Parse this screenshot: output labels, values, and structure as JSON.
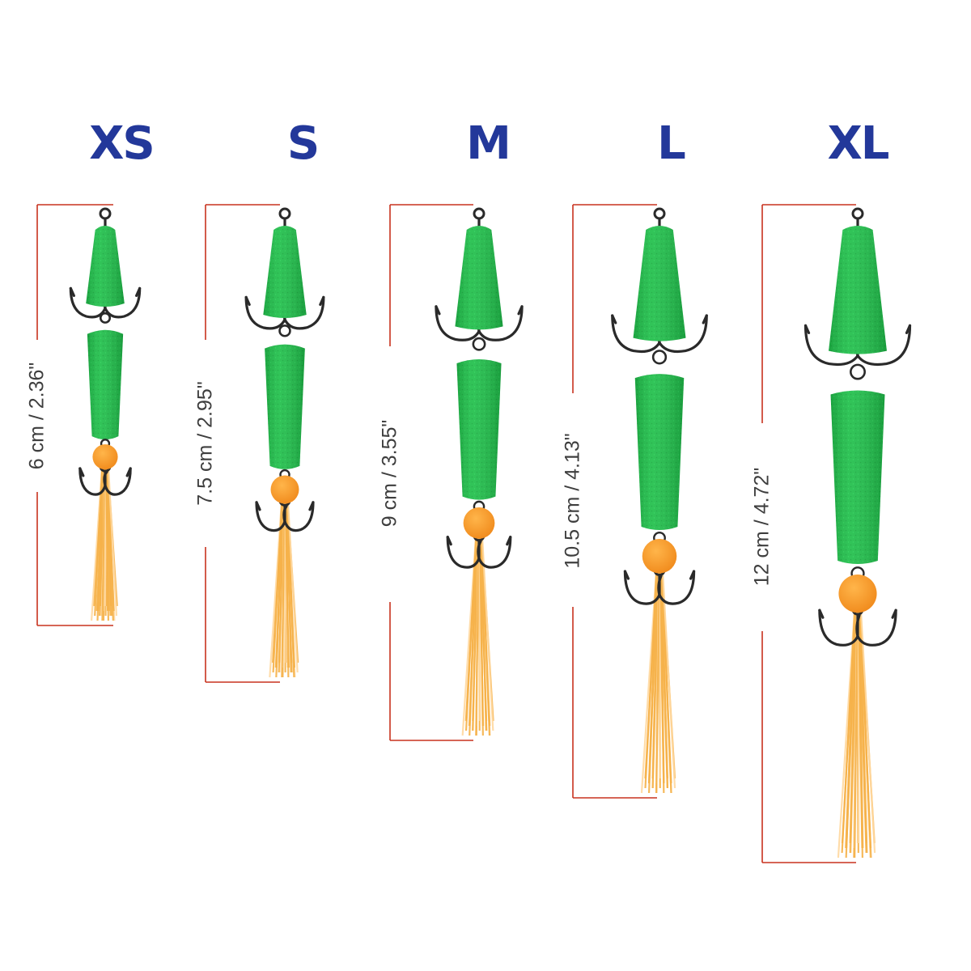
{
  "colors": {
    "label": "#23389a",
    "bracket": "#c8321e",
    "foam": "#1fbf4a",
    "bead": "#f59a2a",
    "tail": "#f6b24a",
    "hook": "#2a2a2a",
    "dimension_text": "#3e3e3e"
  },
  "items": [
    {
      "size": "XS",
      "dimension": "6 cm / 2.36\""
    },
    {
      "size": "S",
      "dimension": "7.5 cm / 2.95\""
    },
    {
      "size": "M",
      "dimension": "9 cm / 3.55\""
    },
    {
      "size": "L",
      "dimension": "10.5 cm / 4.13\""
    },
    {
      "size": "XL",
      "dimension": "12 cm / 4.72\""
    }
  ]
}
